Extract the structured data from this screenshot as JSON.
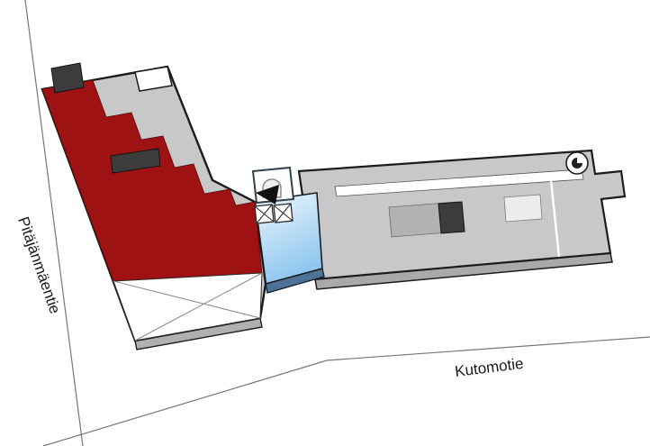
{
  "streets": {
    "left": "Pitäjänmäentie",
    "bottom": "Kutomotie"
  },
  "colors": {
    "highlighted_building": "#9e1213",
    "roof": "#c8c8c8",
    "dark_block": "#3c3c3c",
    "wall": "#a9a9a9",
    "atrium_top": "#eef7fd",
    "atrium_bottom": "#8fc6ef",
    "atrium_wall": "#4f7396",
    "outline": "#1c1c1c"
  },
  "icons": {
    "entrance_marker": "arch-entrance-with-arrow",
    "stairs": "spiral-stair",
    "hatch": "x-hatch-shaft"
  }
}
